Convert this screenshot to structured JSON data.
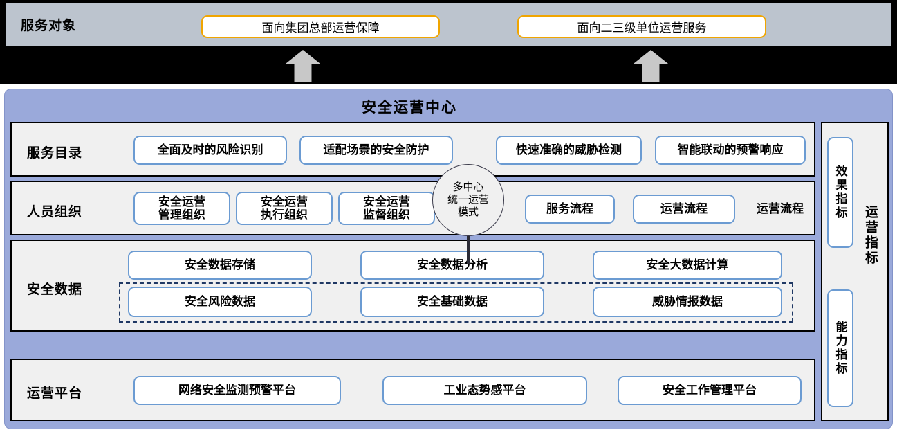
{
  "top": {
    "label": "服务对象",
    "targets": [
      {
        "id": "group-hq",
        "text": "面向集团总部运营保障"
      },
      {
        "id": "subsidiary",
        "text": "面向二三级单位运营服务"
      }
    ],
    "arrow_color": "#c8c8c8",
    "bar_color": "#bcc4ce",
    "pill_border_color": "#f0a500"
  },
  "center": {
    "title": "安全运营中心",
    "panel_color": "#9aa9da",
    "circle_text_lines": [
      "多中心",
      "统一运营",
      "模式"
    ]
  },
  "sections": [
    {
      "id": "service-catalog",
      "label": "服务目录",
      "items": [
        "全面及时的风险识别",
        "适配场景的安全防护",
        "快速准确的威胁检测",
        "智能联动的预警响应"
      ]
    },
    {
      "id": "personnel-organization",
      "label": "人员组织",
      "items": [
        "安全运营\n管理组织",
        "安全运营\n执行组织",
        "安全运营\n监督组织",
        "服务流程",
        "运营流程",
        "运营流程"
      ]
    },
    {
      "id": "security-data",
      "label": "安全数据",
      "row_top": [
        "安全数据存储",
        "安全数据分析",
        "安全大数据计算"
      ],
      "row_bottom": [
        "安全风险数据",
        "安全基础数据",
        "威胁情报数据"
      ],
      "dashed_border_color": "#1f3864"
    },
    {
      "id": "operation-platform",
      "label": "运营平台",
      "items": [
        "网络安全监测预警平台",
        "工业态势感平台",
        "安全工作管理平台"
      ]
    }
  ],
  "metrics": {
    "label": "运营指标",
    "boxes": [
      "效果指标",
      "能力指标"
    ]
  }
}
